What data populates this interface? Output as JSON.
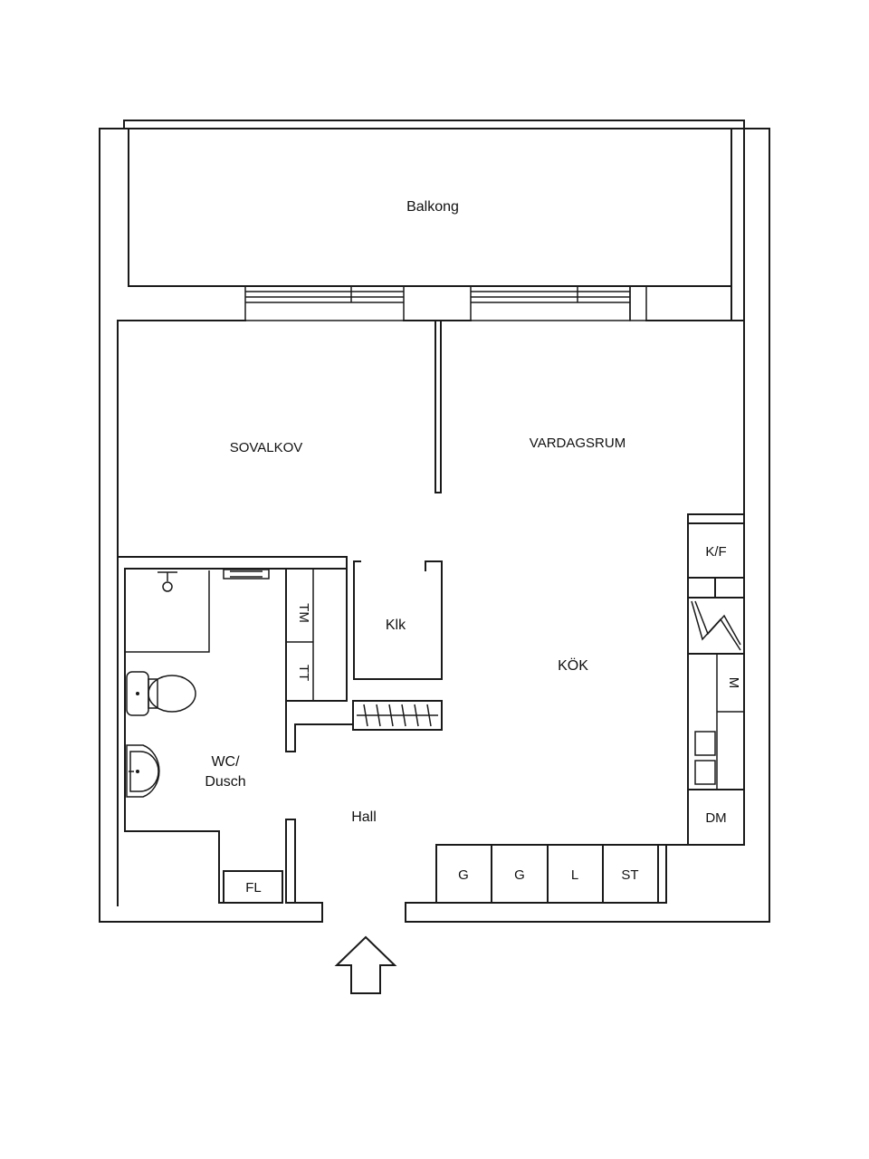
{
  "rooms": {
    "balkong": "Balkong",
    "sovalkov": "SOVALKOV",
    "vardagsrum": "VARDAGSRUM",
    "klk": "Klk",
    "kok": "KÖK",
    "wc_line1": "WC/",
    "wc_line2": "Dusch",
    "hall": "Hall"
  },
  "fixtures": {
    "kf": "K/F",
    "m": "M",
    "dm": "DM",
    "tm": "TM",
    "tt": "TT",
    "fl": "FL",
    "g1": "G",
    "g2": "G",
    "l": "L",
    "st": "ST"
  }
}
